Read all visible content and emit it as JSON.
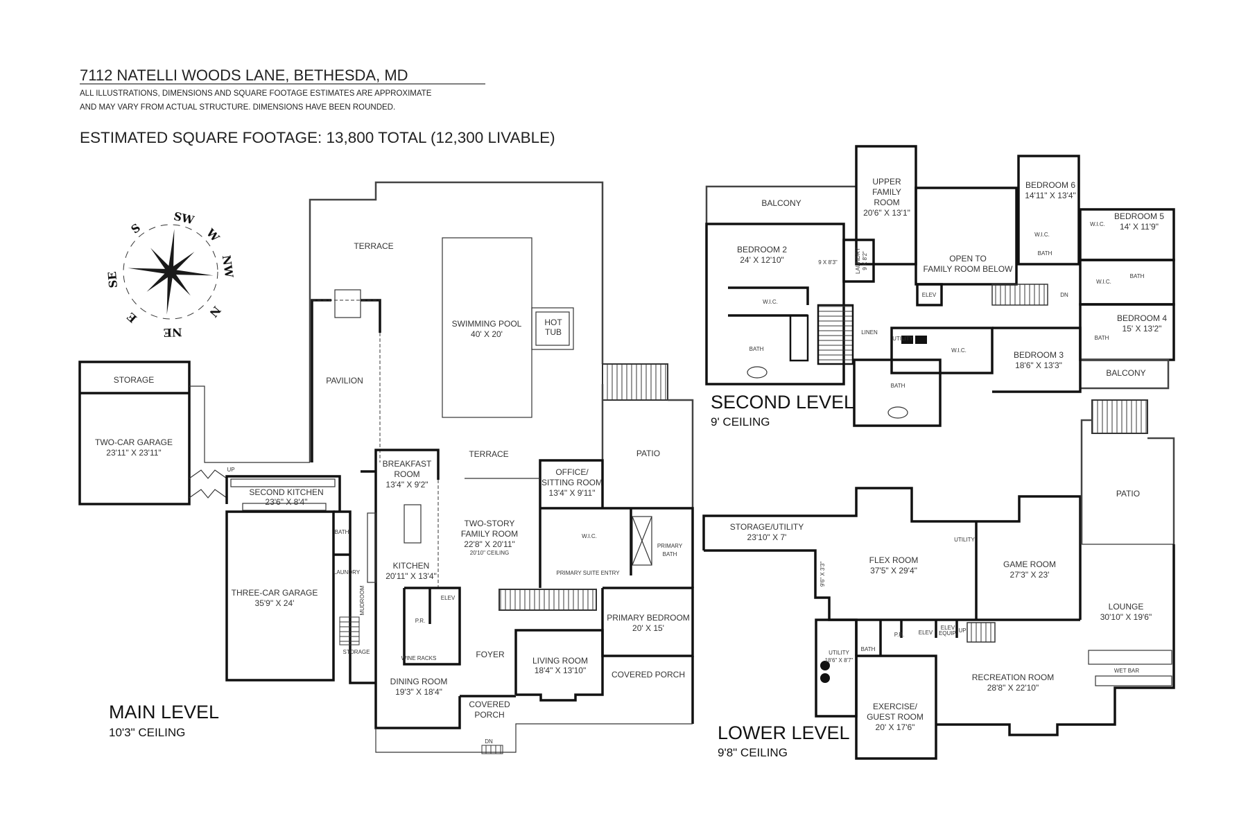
{
  "header": {
    "address": "7112 NATELLI WOODS LANE, BETHESDA, MD",
    "disclaimer_1": "ALL ILLUSTRATIONS, DIMENSIONS AND SQUARE FOOTAGE ESTIMATES ARE APPROXIMATE",
    "disclaimer_2": "AND MAY VARY FROM ACTUAL STRUCTURE. DIMENSIONS HAVE BEEN ROUNDED.",
    "square_footage": "ESTIMATED SQUARE FOOTAGE: 13,800 TOTAL (12,300 LIVABLE)"
  },
  "compass": {
    "labels": [
      "SW",
      "W",
      "NW",
      "N",
      "NE",
      "E",
      "SE",
      "S"
    ]
  },
  "main_level": {
    "title": "MAIN LEVEL",
    "ceiling": "10'3\" CEILING",
    "terrace_top": "TERRACE",
    "pool": [
      "SWIMMING POOL",
      "40' X 20'"
    ],
    "hot_tub": [
      "HOT",
      "TUB"
    ],
    "pavilion": "PAVILION",
    "garage_storage": "STORAGE",
    "two_car_garage": [
      "TWO-CAR GARAGE",
      "23'11\" X 23'11\""
    ],
    "second_kitchen": [
      "SECOND KITCHEN",
      "23'6\" X 8'4\""
    ],
    "bath": "BATH",
    "laundry": "LAUNDRY",
    "three_car_garage": [
      "THREE-CAR GARAGE",
      "35'9\" X 24'"
    ],
    "mudroom": "MUDROOM",
    "storage": "STORAGE",
    "breakfast": [
      "BREAKFAST",
      "ROOM",
      "13'4\" X 9'2\""
    ],
    "kitchen": [
      "KITCHEN",
      "20'11\" X 13'4\""
    ],
    "powder_room": "P.R.",
    "elevator": "ELEV",
    "wine_racks": "WINE RACKS",
    "terrace": "TERRACE",
    "patio": "PATIO",
    "family_room": [
      "TWO-STORY",
      "FAMILY ROOM",
      "22'8\" X 20'11\"",
      "20'10\" CEILING"
    ],
    "office": [
      "OFFICE/",
      "SITTING ROOM",
      "13'4\" X 9'11\""
    ],
    "wic": "W.I.C.",
    "primary_bath": [
      "PRIMARY",
      "BATH"
    ],
    "primary_suite_entry": "PRIMARY SUITE ENTRY",
    "primary_bedroom": [
      "PRIMARY BEDROOM",
      "20' X 15'"
    ],
    "foyer": "FOYER",
    "living_room": [
      "LIVING ROOM",
      "18'4\" X 13'10\""
    ],
    "covered_porch_right": "COVERED PORCH",
    "dining_room": [
      "DINING ROOM",
      "19'3\" X 18'4\""
    ],
    "covered_porch_front": [
      "COVERED",
      "PORCH"
    ],
    "up": "UP",
    "dn": "DN"
  },
  "second_level": {
    "title": "SECOND LEVEL",
    "ceiling": "9' CEILING",
    "balcony_left": "BALCONY",
    "bedroom_2": [
      "BEDROOM 2",
      "24' X 12'10\""
    ],
    "closet_2": "9 X 8'3\"",
    "laundry": [
      "LAUNDRY",
      "9 X 8'2\""
    ],
    "wic_2": "W.I.C.",
    "bath_2": "BATH",
    "upper_family": [
      "UPPER",
      "FAMILY",
      "ROOM",
      "20'6\" X 13'1\""
    ],
    "open_to_below": [
      "OPEN TO",
      "FAMILY ROOM BELOW"
    ],
    "elevator": "ELEV",
    "linen": "LINEN",
    "utility": "UTILITY",
    "wic_3": "W.I.C.",
    "bedroom_3": [
      "BEDROOM 3",
      "18'6\" X 13'3\""
    ],
    "bath_lower": "BATH",
    "bedroom_6": [
      "BEDROOM 6",
      "14'11\" X 13'4\""
    ],
    "wic_6": "W.I.C.",
    "bath_6": "BATH",
    "bedroom_5": [
      "BEDROOM 5",
      "14' X 11'9\""
    ],
    "wic_5": "W.I.C.",
    "bath_5": "BATH",
    "wic_4": "W.I.C.",
    "bedroom_4": [
      "BEDROOM 4",
      "15' X 13'2\""
    ],
    "bath_4": "BATH",
    "balcony_right": "BALCONY",
    "dn": "DN"
  },
  "lower_level": {
    "title": "LOWER LEVEL",
    "ceiling": "9'8\" CEILING",
    "storage_utility": [
      "STORAGE/UTILITY",
      "23'10\" X 7'"
    ],
    "closet": "9'6\" X 3'3\"",
    "flex_room": [
      "FLEX ROOM",
      "37'5\" X 29'4\""
    ],
    "utility_small": "UTILITY",
    "game_room": [
      "GAME ROOM",
      "27'3\" X 23'"
    ],
    "patio": "PATIO",
    "lounge": [
      "LOUNGE",
      "30'10\" X 19'6\""
    ],
    "bath": "BATH",
    "powder_room": "P.R.",
    "elevator": "ELEV",
    "elev_equip": [
      "ELEV",
      "EQUIP."
    ],
    "utility": [
      "UTILITY",
      "18'6\" X 8'7\""
    ],
    "recreation_room": [
      "RECREATION ROOM",
      "28'8\" X 22'10\""
    ],
    "wet_bar": "WET BAR",
    "exercise": [
      "EXERCISE/",
      "GUEST ROOM",
      "20' X 17'6\""
    ],
    "up": "UP"
  }
}
